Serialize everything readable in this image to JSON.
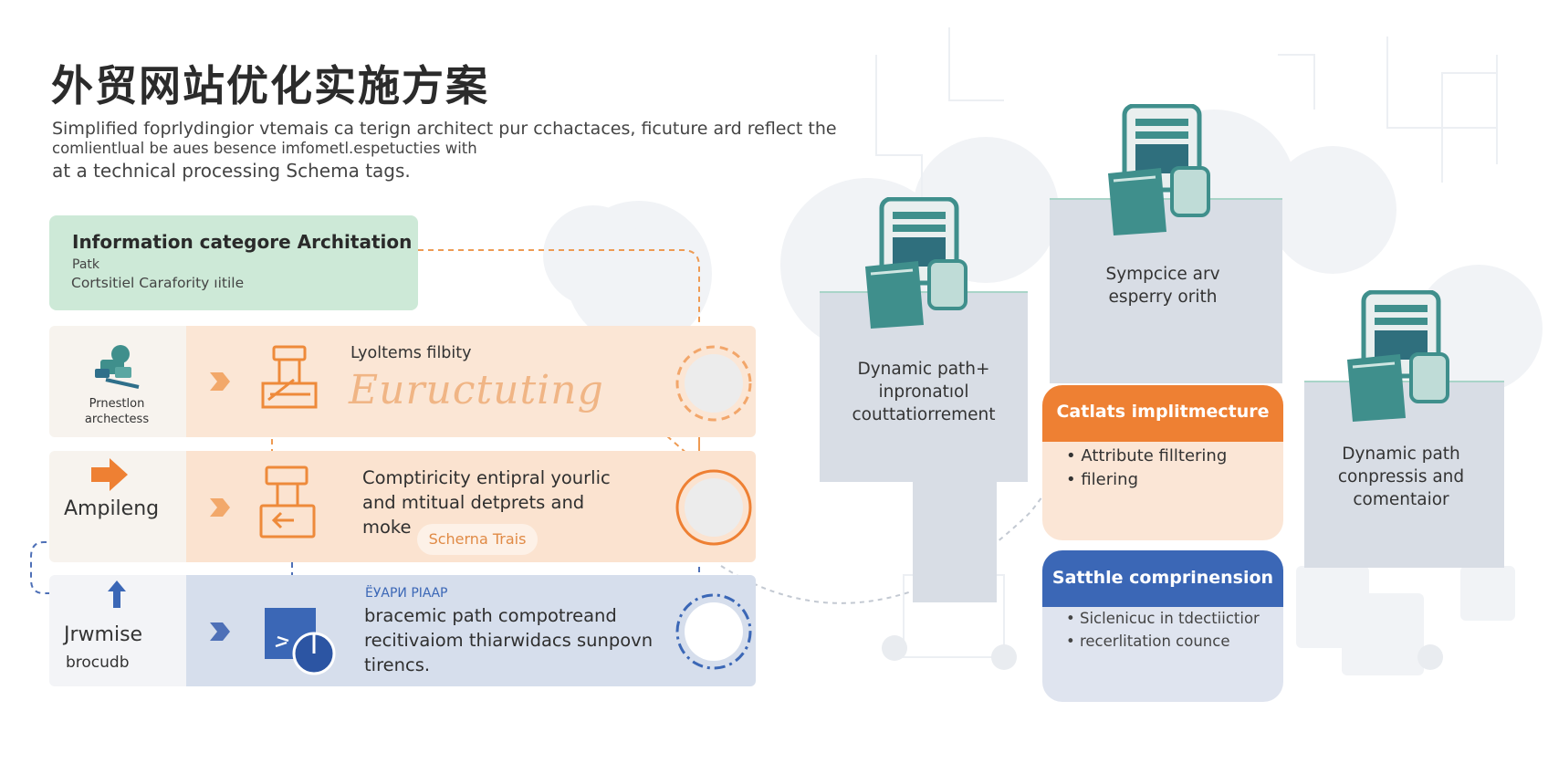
{
  "title": "外贸网站优化实施方案",
  "subtitle_lines": [
    "Simplified foprlydingior vtemais ca terign architect pur cchactaces, ficuture ard reflect the",
    "comlientlual be aues besence imfometl.espetucties with",
    "at a technical processing Schema tags."
  ],
  "info_box": {
    "title": "Information categore Architation",
    "line1": "Patk",
    "line2": "Cortsitiel Carafority ıitile"
  },
  "rows": [
    {
      "left_label_1": "Prnestlon",
      "left_label_2": "archectess",
      "heading": "Lyoltems filbity",
      "script_text": "Euructuting"
    },
    {
      "left_label": "Ampileng",
      "text_lines": [
        "Comptiricity entipral yourlic",
        "and mtitual detprets and",
        "moke"
      ],
      "pill": "Scherna Trais"
    },
    {
      "left_label_1": "Jrwmise",
      "left_label_2": "brocudb",
      "small_heading": "ЁУАРИ РІААР",
      "text_lines": [
        "bracemic path compotreand",
        "recitivaiom thiarwidacs sunpovn",
        "tirencs."
      ]
    }
  ],
  "right_cards": {
    "card_left": [
      "Dynamic path+",
      "inpronatıol",
      "couttatiorrement"
    ],
    "card_middle_top": [
      "Sympcice arv",
      "esperry orith"
    ],
    "card_right": [
      "Dynamic path",
      "conpressis and",
      "comentaior"
    ],
    "orange_card": {
      "title": "Catlats implitmecture",
      "bullets": [
        "Attribute filltering",
        "filering"
      ]
    },
    "blue_card": {
      "title": "Satthle comprinension",
      "bullets": [
        "Siclenicuc in tdectiictior",
        "recerlitation counce"
      ]
    }
  },
  "colors": {
    "orange": "#ee8033",
    "blue": "#3b67b6",
    "teal": "#3f8f8c",
    "green_box": "#cde9d7",
    "peach": "#fbe6d5"
  }
}
